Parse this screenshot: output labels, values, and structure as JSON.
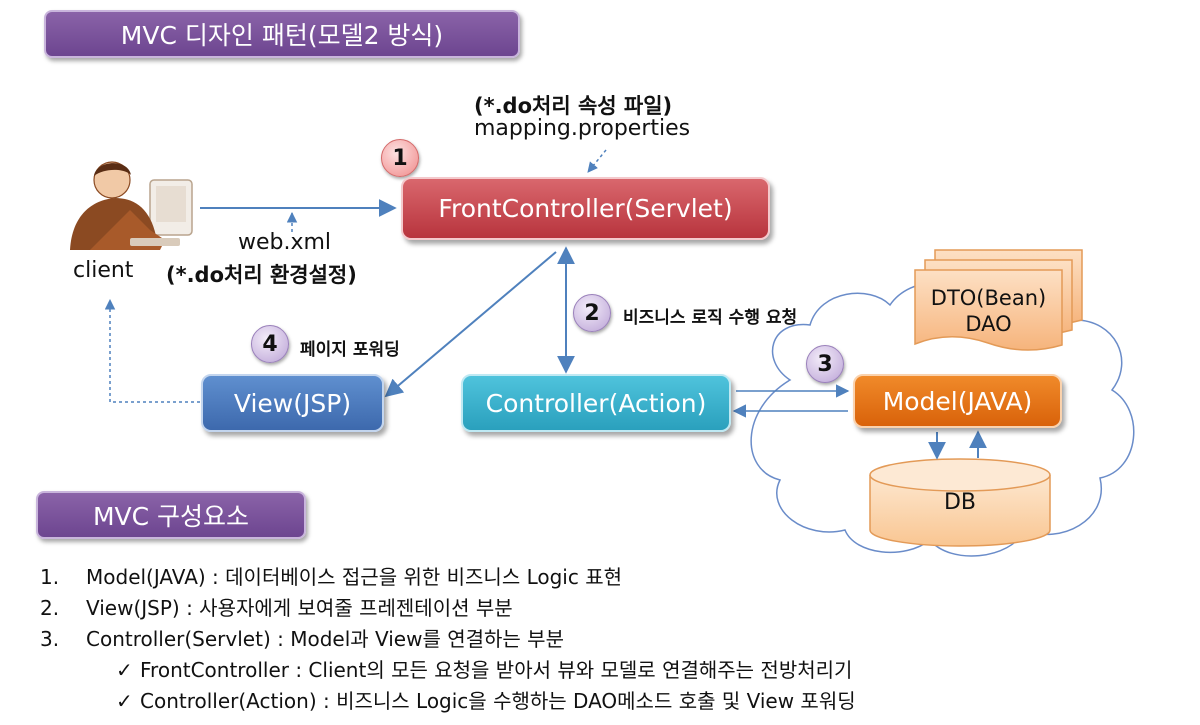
{
  "titles": {
    "main": "MVC 디자인 패턴(모델2 방식)",
    "components": "MVC 구성요소"
  },
  "diagram": {
    "client_label": "client",
    "webxml_label": "web.xml",
    "webxml_note": "(*.do처리 환경설정)",
    "mapping_note": "(*.do처리 속성 파일)",
    "mapping_label": "mapping.properties",
    "front_controller": "FrontController(Servlet)",
    "view": "View(JSP)",
    "controller": "Controller(Action)",
    "model": "Model(JAVA)",
    "db": "DB",
    "dto_line1": "DTO(Bean)",
    "dto_line2": "DAO",
    "step1_number": "1",
    "step2_number": "2",
    "step2_text": "비즈니스 로직 수행 요청",
    "step3_number": "3",
    "step4_number": "4",
    "step4_text": "페이지 포워딩"
  },
  "list": {
    "items": [
      {
        "number": "1.",
        "text": "Model(JAVA) : 데이터베이스 접근을 위한 비즈니스 Logic 표현"
      },
      {
        "number": "2.",
        "text": "View(JSP) : 사용자에게 보여줄 프레젠테이션 부분"
      },
      {
        "number": "3.",
        "text": "Controller(Servlet) : Model과 View를 연결하는 부분"
      }
    ],
    "check_mark": "✓",
    "sub_items": [
      {
        "text": "FrontController : Client의 모든 요청을 받아서 뷰와 모델로 연결해주는 전방처리기"
      },
      {
        "text": "Controller(Action) : 비즈니스 Logic을 수행하는 DAO메소드 호출 및 View 포워딩"
      }
    ]
  },
  "colors": {
    "title_purple": "#7a52a0",
    "front_red": "#c8464e",
    "view_blue": "#4a7bc0",
    "controller_cyan": "#38b2cf",
    "model_orange": "#e8720f",
    "arrow_blue": "#4f81bd"
  }
}
